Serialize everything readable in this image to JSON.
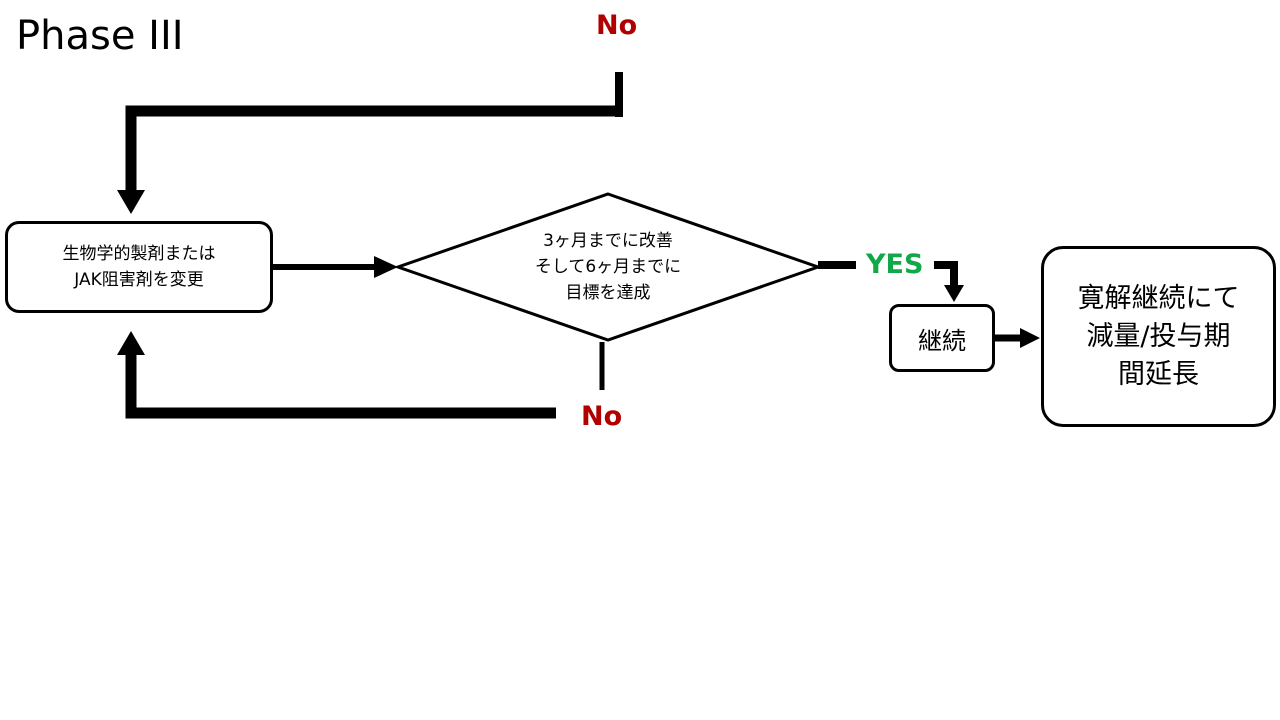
{
  "title": "Phase III",
  "colors": {
    "line": "#000000",
    "no": "#b00000",
    "yes": "#11a84a",
    "background": "#ffffff"
  },
  "nodes": {
    "change_drug": {
      "lines": [
        "生物学的製剤または",
        "JAK阻害剤を変更"
      ]
    },
    "decision": {
      "lines": [
        "3ヶ月までに改善",
        "そして6ヶ月までに",
        "目標を達成"
      ]
    },
    "continue": {
      "label": "継続"
    },
    "remission": {
      "lines": [
        "寛解継続にて",
        "減量/投与期",
        "間延長"
      ]
    }
  },
  "edge_labels": {
    "no_top": "No",
    "no_bottom": "No",
    "yes": "YES"
  }
}
